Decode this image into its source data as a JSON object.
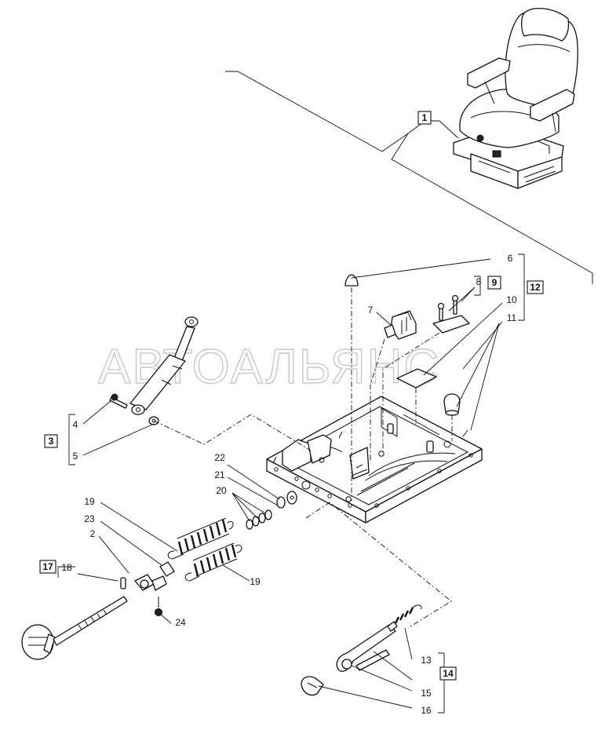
{
  "watermark": "АВТОАЛЬЯНС",
  "callouts": {
    "c1": "1",
    "c2": "2",
    "c3": "3",
    "c4": "4",
    "c5": "5",
    "c6": "6",
    "c7": "7",
    "c8": "8",
    "c9": "9",
    "c10": "10",
    "c11": "11",
    "c12": "12",
    "c13": "13",
    "c14": "14",
    "c15": "15",
    "c16": "16",
    "c17": "17",
    "c18": "18",
    "c19a": "19",
    "c19b": "19",
    "c20": "20",
    "c21": "21",
    "c22": "22",
    "c23": "23",
    "c24": "24"
  },
  "colors": {
    "line": "#111111",
    "watermark": "#c8c8c8",
    "background": "#ffffff"
  }
}
